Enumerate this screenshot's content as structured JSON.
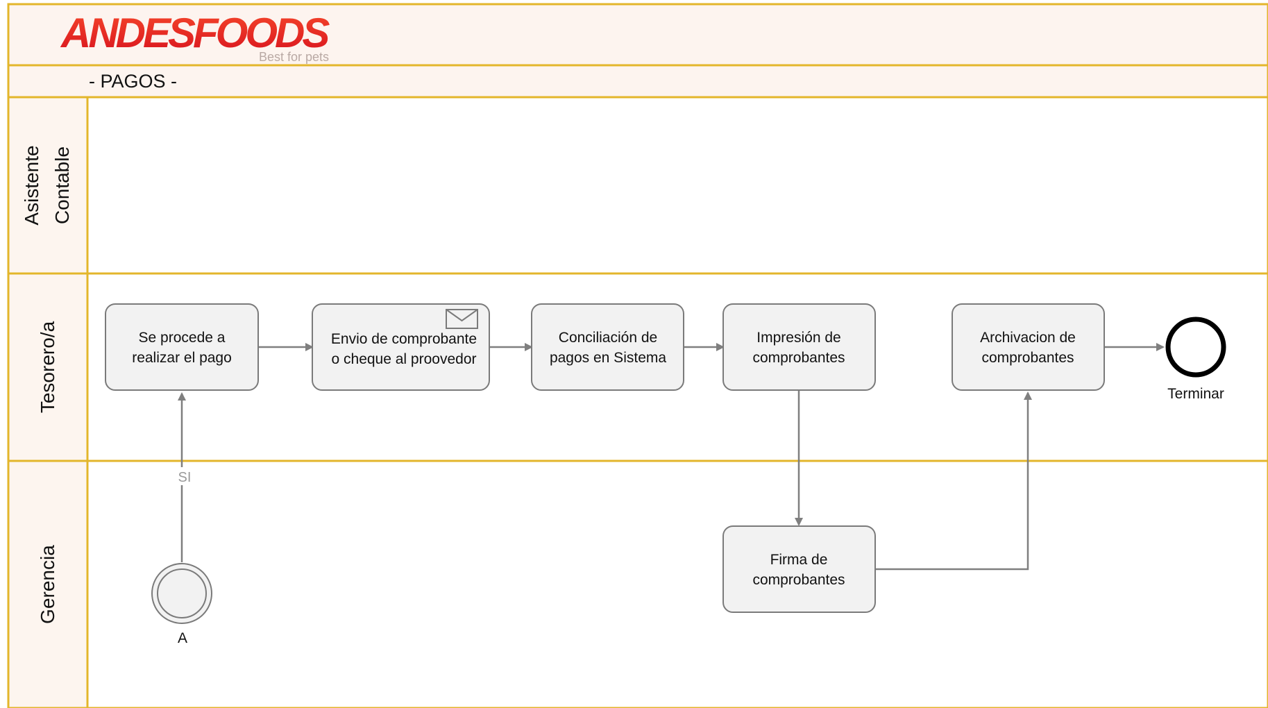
{
  "header": {
    "logo_text": "ANDESFOODS",
    "logo_tagline": "Best for pets",
    "process_title": "- PAGOS -"
  },
  "lanes": [
    {
      "id": "asistente",
      "label_line1": "Asistente",
      "label_line2": "Contable"
    },
    {
      "id": "tesorero",
      "label_line1": "Tesorero/a",
      "label_line2": ""
    },
    {
      "id": "gerencia",
      "label_line1": "Gerencia",
      "label_line2": ""
    }
  ],
  "tasks": [
    {
      "id": "t1",
      "line1": "Se procede a",
      "line2": "realizar el pago"
    },
    {
      "id": "t2",
      "line1": "Envio de comprobante",
      "line2": "o cheque al proovedor",
      "icon": "envelope-icon"
    },
    {
      "id": "t3",
      "line1": "Conciliación de",
      "line2": "pagos en Sistema"
    },
    {
      "id": "t4",
      "line1": "Impresión de",
      "line2": "comprobantes"
    },
    {
      "id": "t5",
      "line1": "Archivacion de",
      "line2": "comprobantes"
    },
    {
      "id": "t6",
      "line1": "Firma de",
      "line2": "comprobantes"
    }
  ],
  "events": {
    "start_label": "A",
    "end_label": "Terminar",
    "flow_label_si": "SI"
  },
  "colors": {
    "border": "#e3b62b",
    "header_fill": "#fdf4ef",
    "lane_label_fill": "#fdf5ef",
    "task_fill": "#f2f2f2",
    "task_stroke": "#7a7a7a",
    "arrow": "#7f7f7f",
    "logo_red": "#e32428"
  }
}
